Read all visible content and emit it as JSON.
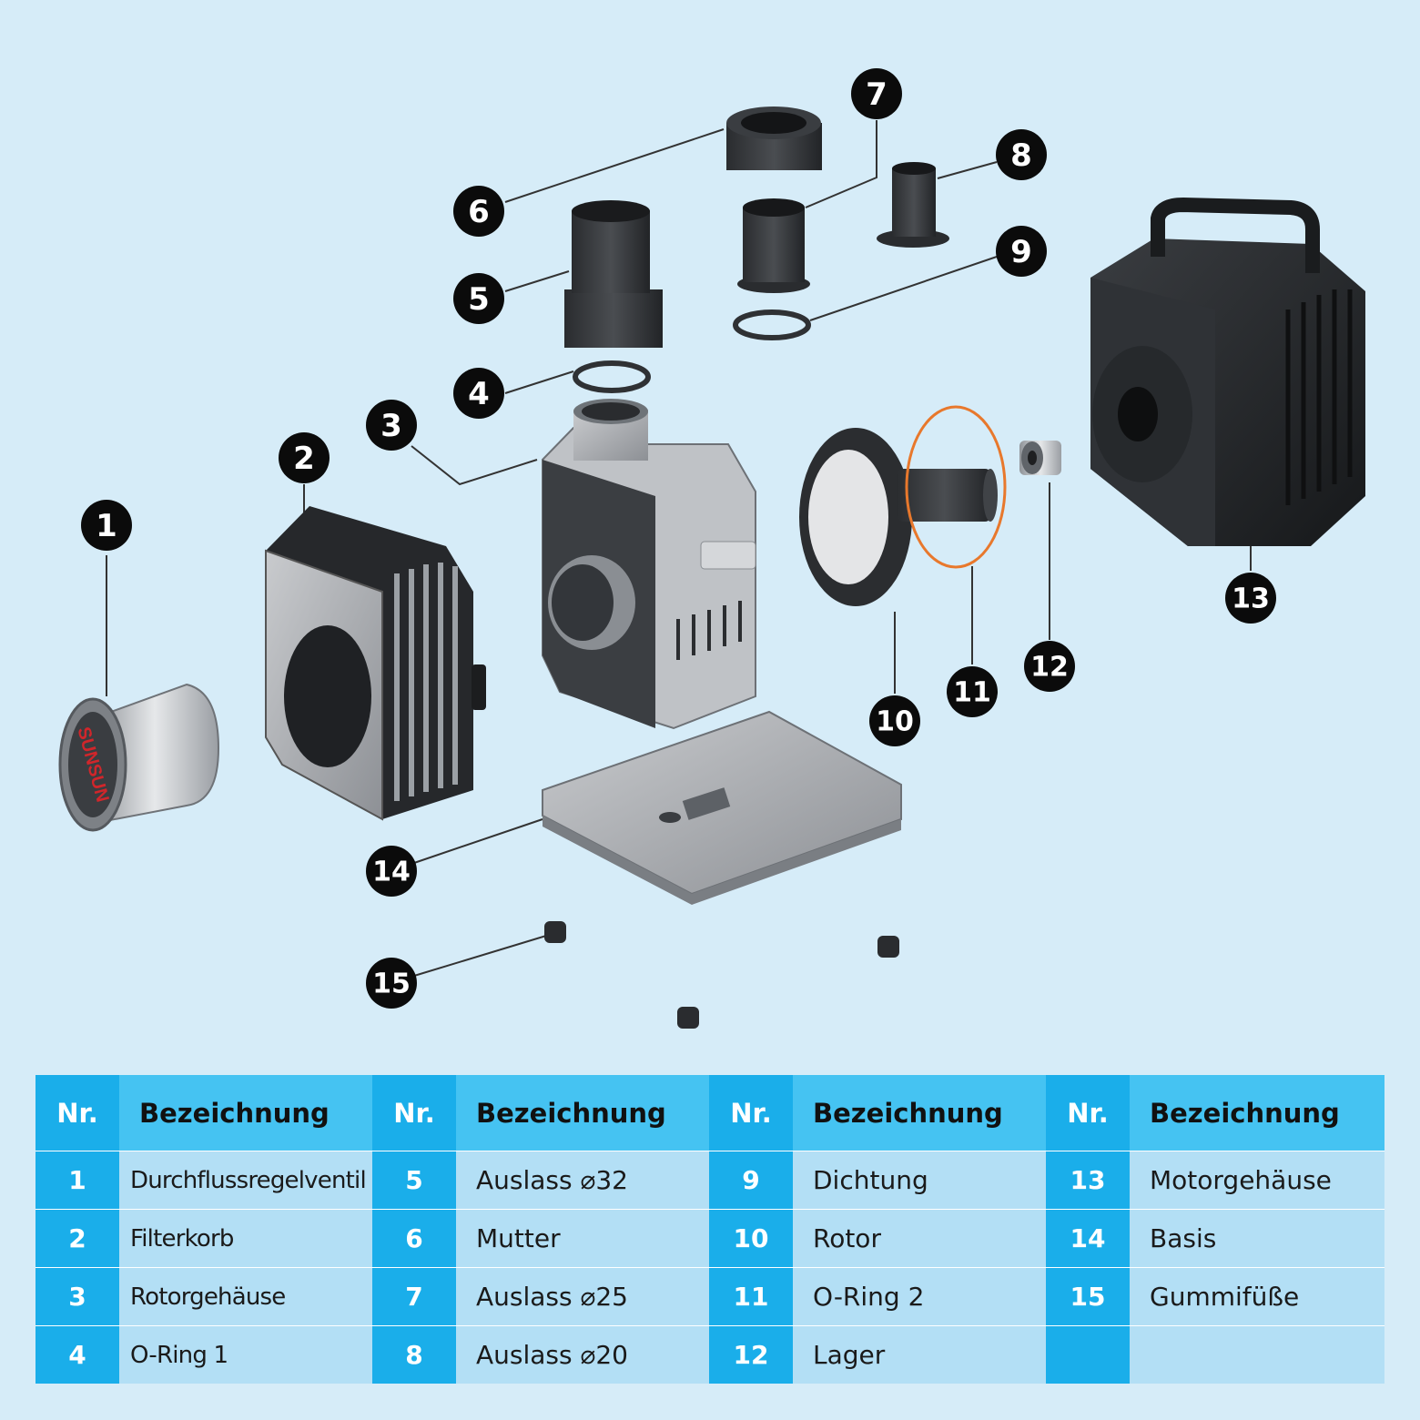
{
  "brand_label": "SUNSUN",
  "callouts": [
    "1",
    "2",
    "3",
    "4",
    "5",
    "6",
    "7",
    "8",
    "9",
    "10",
    "11",
    "12",
    "13",
    "14",
    "15"
  ],
  "table": {
    "header_nr": "Nr.",
    "header_name": "Bezeichnung",
    "columns": [
      [
        {
          "nr": "1",
          "name": "Durchflussregelventil"
        },
        {
          "nr": "2",
          "name": "Filterkorb"
        },
        {
          "nr": "3",
          "name": "Rotorgehäuse"
        },
        {
          "nr": "4",
          "name": "O-Ring 1"
        }
      ],
      [
        {
          "nr": "5",
          "name": "Auslass ⌀32"
        },
        {
          "nr": "6",
          "name": "Mutter"
        },
        {
          "nr": "7",
          "name": "Auslass ⌀25"
        },
        {
          "nr": "8",
          "name": "Auslass ⌀20"
        }
      ],
      [
        {
          "nr": "9",
          "name": "Dichtung"
        },
        {
          "nr": "10",
          "name": "Rotor"
        },
        {
          "nr": "11",
          "name": "O-Ring 2"
        },
        {
          "nr": "12",
          "name": "Lager"
        }
      ],
      [
        {
          "nr": "13",
          "name": "Motorgehäuse"
        },
        {
          "nr": "14",
          "name": "Basis"
        },
        {
          "nr": "15",
          "name": "Gummifüße"
        },
        {
          "nr": "",
          "name": ""
        }
      ]
    ]
  },
  "colors": {
    "background": "#d6ecf8",
    "nr_column": "#1aaeea",
    "header_name": "#45c3f2",
    "row": "#b3dff5",
    "callout_fill": "#0b0b0b",
    "oring_orange": "#e8782c"
  }
}
